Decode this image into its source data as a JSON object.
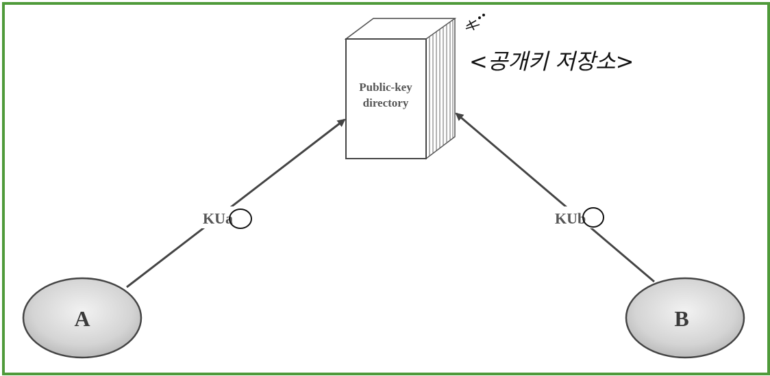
{
  "diagram": {
    "directory_label_line1": "Public-key",
    "directory_label_line2": "directory",
    "node_a_label": "A",
    "node_b_label": "B",
    "edge_a_label": "KUa",
    "edge_b_label": "KUb",
    "handwritten_note": "<공개키 저장소>"
  },
  "colors": {
    "frame": "#4f9a3a",
    "line": "#444444",
    "node_fill": "#dcdcdc"
  }
}
